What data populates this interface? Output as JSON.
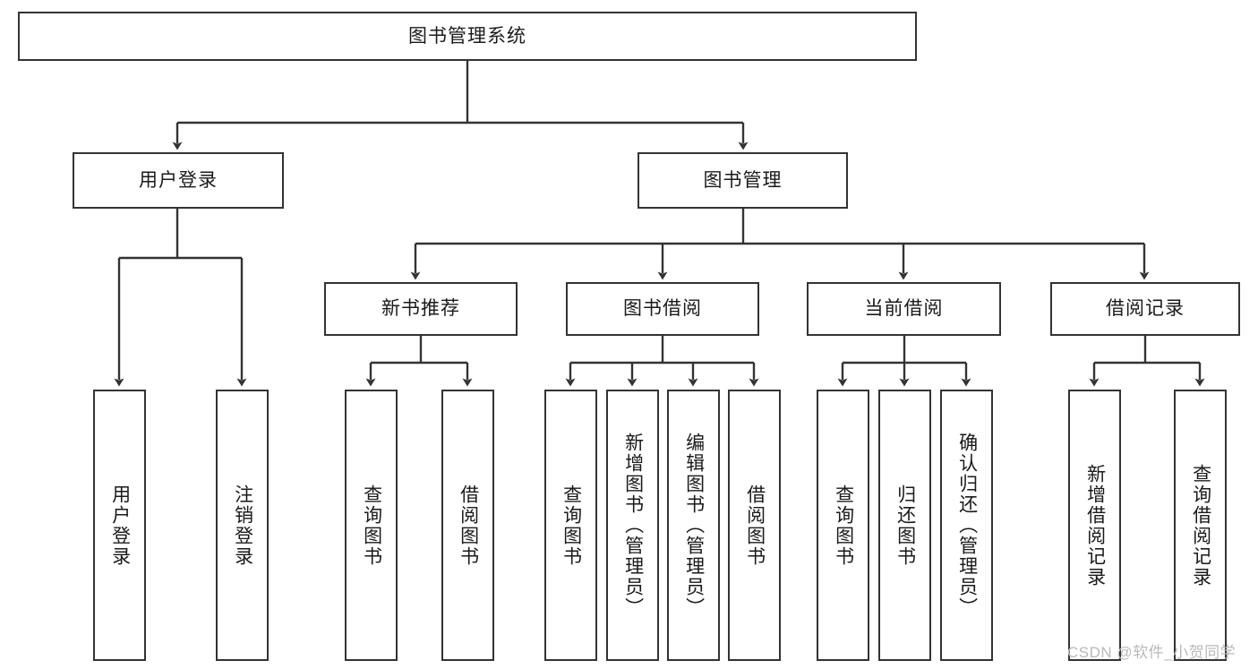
{
  "diagram": {
    "title": "图书管理系统",
    "type": "tree-hierarchy-diagram",
    "colors": {
      "box_border": "#333333",
      "box_fill": "#ffffff",
      "edge": "#333333",
      "text": "#1a1a1a",
      "watermark": "#b9b9b9",
      "background": "#ffffff"
    },
    "nodes": {
      "root": {
        "label": "图书管理系统",
        "orientation": "horizontal"
      },
      "level2": [
        {
          "id": "user-login",
          "label": "用户登录",
          "orientation": "horizontal"
        },
        {
          "id": "book-manage",
          "label": "图书管理",
          "orientation": "horizontal"
        }
      ],
      "level3": [
        {
          "id": "new-book-recommend",
          "label": "新书推荐",
          "orientation": "horizontal"
        },
        {
          "id": "book-borrow",
          "label": "图书借阅",
          "orientation": "horizontal"
        },
        {
          "id": "current-borrow",
          "label": "当前借阅",
          "orientation": "horizontal"
        },
        {
          "id": "borrow-record",
          "label": "借阅记录",
          "orientation": "horizontal"
        }
      ],
      "leaves": {
        "user-login": [
          {
            "id": "leaf-user-login",
            "label": "用户登录",
            "orientation": "vertical"
          },
          {
            "id": "leaf-logout-login",
            "label": "注销登录",
            "orientation": "vertical"
          }
        ],
        "new-book-recommend": [
          {
            "id": "leaf-query-book-1",
            "label": "查询图书",
            "orientation": "vertical"
          },
          {
            "id": "leaf-borrow-book-1",
            "label": "借阅图书",
            "orientation": "vertical"
          }
        ],
        "book-borrow": [
          {
            "id": "leaf-query-book-2",
            "label": "查询图书",
            "orientation": "vertical"
          },
          {
            "id": "leaf-add-book-admin",
            "label": "新增图书（管理员）",
            "orientation": "vertical"
          },
          {
            "id": "leaf-edit-book-admin",
            "label": "编辑图书（管理员）",
            "orientation": "vertical"
          },
          {
            "id": "leaf-borrow-book-2",
            "label": "借阅图书",
            "orientation": "vertical"
          }
        ],
        "current-borrow": [
          {
            "id": "leaf-query-book-3",
            "label": "查询图书",
            "orientation": "vertical"
          },
          {
            "id": "leaf-return-book",
            "label": "归还图书",
            "orientation": "vertical"
          },
          {
            "id": "leaf-confirm-return-admin",
            "label": "确认归还（管理员）",
            "orientation": "vertical"
          }
        ],
        "borrow-record": [
          {
            "id": "leaf-add-borrow-record",
            "label": "新增借阅记录",
            "orientation": "vertical"
          },
          {
            "id": "leaf-query-borrow-record",
            "label": "查询借阅记录",
            "orientation": "vertical"
          }
        ]
      }
    },
    "watermark": "CSDN @软件_小贺同学"
  }
}
